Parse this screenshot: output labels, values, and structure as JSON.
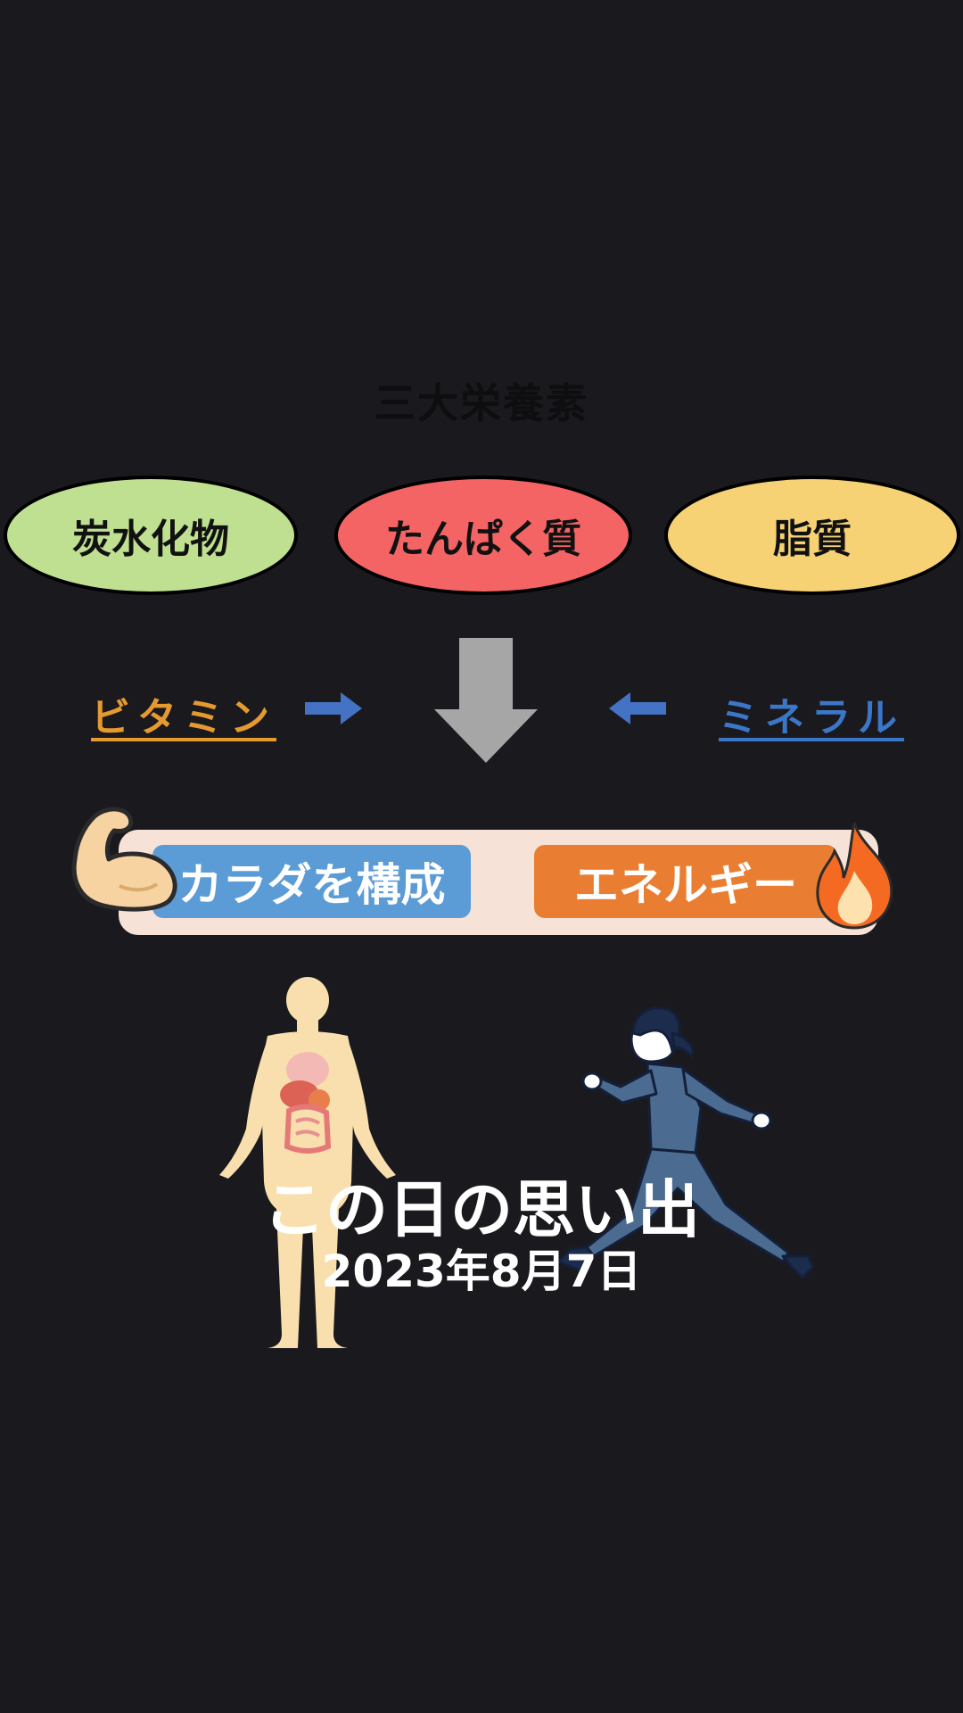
{
  "heading": "三大栄養素",
  "nutrients": [
    {
      "label": "炭水化物",
      "color": "#bfe091"
    },
    {
      "label": "たんぱく質",
      "color": "#f46464"
    },
    {
      "label": "脂質",
      "color": "#f7d275"
    }
  ],
  "side_labels": {
    "left": {
      "label": "ビタミン",
      "color": "#e59a30"
    },
    "right": {
      "label": "ミネラル",
      "color": "#3b77c8"
    }
  },
  "roles": {
    "body": {
      "label": "カラダを構成",
      "color": "#5b9bd6"
    },
    "energy": {
      "label": "エネルギー",
      "color": "#e97e33"
    }
  },
  "icons": [
    "flexed-biceps-icon",
    "fire-icon",
    "arrow-right-icon",
    "arrow-left-icon",
    "arrow-down-icon"
  ],
  "illustrations": [
    "human-body-anatomy",
    "running-businesswoman"
  ],
  "overlay": {
    "title": "この日の思い出",
    "date": "2023年8月7日"
  }
}
